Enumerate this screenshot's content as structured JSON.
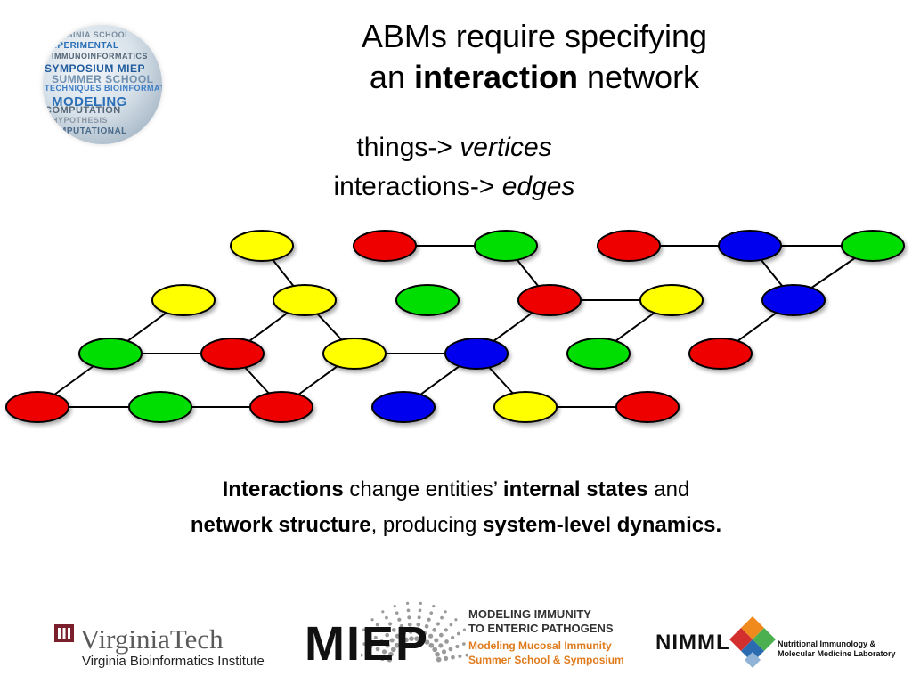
{
  "slide": {
    "title_line1": "ABMs require specifying",
    "title_line2_pre": "an ",
    "title_line2_bold": "interaction",
    "title_line2_post": " network",
    "sub_line1_pre": "things-> ",
    "sub_line1_em": "vertices",
    "sub_line2_pre": "interactions-> ",
    "sub_line2_em": "edges",
    "caption": {
      "b1": "Interactions",
      "t1": " change entities’ ",
      "b2": "internal states",
      "t2": " and",
      "b3": "network structure",
      "t3": ", producing ",
      "b4": "system-level dynamics."
    }
  },
  "colors": {
    "red": "#ee0000",
    "green": "#00dd00",
    "yellow": "#ffff00",
    "blue": "#0000ee"
  },
  "globe_words": [
    "VIRGINIA SCHOOL",
    "EXPERIMENTAL",
    "IMMUNOINFORMATICS",
    "SYMPOSIUM MIEP",
    "SUMMER SCHOOL",
    "TECHNIQUES BIOINFORMATICS",
    "MODELING",
    "COMPUTATION",
    "HYPOTHESIS",
    "COMPUTATIONAL"
  ],
  "logos": {
    "vt_name": "VirginiaTech",
    "vt_sub": "Virginia Bioinformatics Institute",
    "miep": "MIEP",
    "miep_line1": "MODELING IMMUNITY",
    "miep_line2": "TO ENTERIC PATHOGENS",
    "miep_line3": "Modeling Mucosal Immunity",
    "miep_line4": "Summer School & Symposium",
    "nimml": "NIMML",
    "nimml_line1": "Nutritional Immunology &",
    "nimml_line2": "Molecular Medicine Laboratory"
  },
  "network": {
    "nodes": [
      {
        "id": "n1",
        "color": "yellow"
      },
      {
        "id": "n2",
        "color": "red"
      },
      {
        "id": "n3",
        "color": "green"
      },
      {
        "id": "n4",
        "color": "red"
      },
      {
        "id": "n5",
        "color": "blue"
      },
      {
        "id": "n6",
        "color": "green"
      },
      {
        "id": "n7",
        "color": "yellow"
      },
      {
        "id": "n8",
        "color": "yellow"
      },
      {
        "id": "n9",
        "color": "green"
      },
      {
        "id": "n10",
        "color": "red"
      },
      {
        "id": "n11",
        "color": "yellow"
      },
      {
        "id": "n12",
        "color": "blue"
      },
      {
        "id": "n13",
        "color": "green"
      },
      {
        "id": "n14",
        "color": "red"
      },
      {
        "id": "n15",
        "color": "yellow"
      },
      {
        "id": "n16",
        "color": "blue"
      },
      {
        "id": "n17",
        "color": "green"
      },
      {
        "id": "n18",
        "color": "red"
      },
      {
        "id": "n19",
        "color": "red"
      },
      {
        "id": "n20",
        "color": "green"
      },
      {
        "id": "n21",
        "color": "red"
      },
      {
        "id": "n22",
        "color": "blue"
      },
      {
        "id": "n23",
        "color": "yellow"
      },
      {
        "id": "n24",
        "color": "red"
      }
    ],
    "edges": [
      [
        "n1",
        "n8"
      ],
      [
        "n2",
        "n3"
      ],
      [
        "n3",
        "n10"
      ],
      [
        "n4",
        "n5"
      ],
      [
        "n5",
        "n6"
      ],
      [
        "n5",
        "n12"
      ],
      [
        "n6",
        "n12"
      ],
      [
        "n7",
        "n13"
      ],
      [
        "n8",
        "n14"
      ],
      [
        "n8",
        "n15"
      ],
      [
        "n10",
        "n11"
      ],
      [
        "n10",
        "n16"
      ],
      [
        "n11",
        "n17"
      ],
      [
        "n12",
        "n18"
      ],
      [
        "n13",
        "n14"
      ],
      [
        "n13",
        "n19"
      ],
      [
        "n14",
        "n21"
      ],
      [
        "n15",
        "n16"
      ],
      [
        "n15",
        "n21"
      ],
      [
        "n16",
        "n22"
      ],
      [
        "n16",
        "n23"
      ],
      [
        "n19",
        "n20"
      ],
      [
        "n20",
        "n21"
      ],
      [
        "n23",
        "n24"
      ]
    ]
  }
}
